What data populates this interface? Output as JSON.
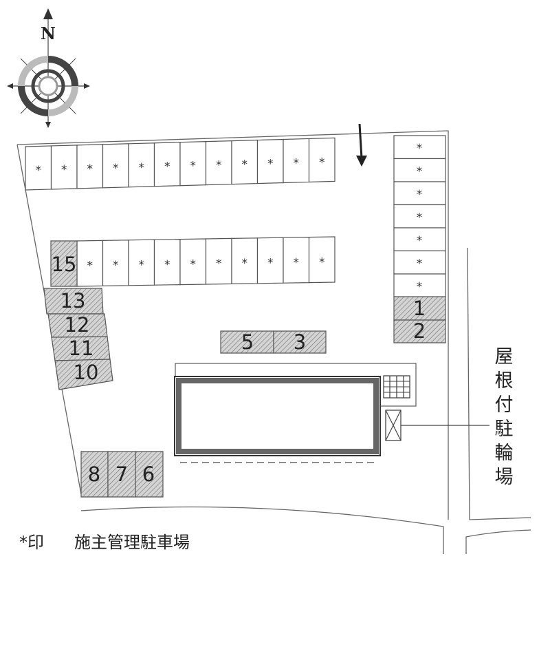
{
  "compass": {
    "north_label": "N"
  },
  "parking_stalls": [
    {
      "label": "15",
      "managed": false
    },
    {
      "label": "13",
      "managed": false
    },
    {
      "label": "12",
      "managed": false
    },
    {
      "label": "11",
      "managed": false
    },
    {
      "label": "10",
      "managed": false
    },
    {
      "label": "5",
      "managed": false
    },
    {
      "label": "3",
      "managed": false
    },
    {
      "label": "1",
      "managed": false
    },
    {
      "label": "2",
      "managed": false
    },
    {
      "label": "8",
      "managed": false
    },
    {
      "label": "7",
      "managed": false
    },
    {
      "label": "6",
      "managed": false
    }
  ],
  "managed_stall_marker": "*",
  "managed_stall_counts": {
    "top_row": 12,
    "middle_row": 10,
    "right_column": 7
  },
  "bike_parking_label": "屋根付駐輪場",
  "legend": {
    "marker": "*印",
    "text": "施主管理駐車場"
  }
}
